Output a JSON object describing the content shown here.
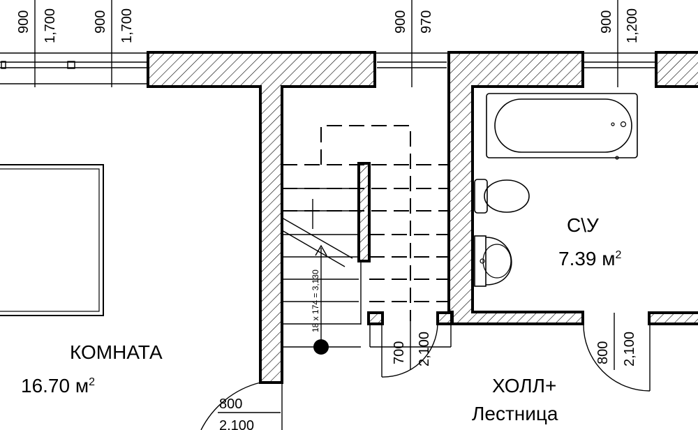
{
  "window_dims": {
    "w1": {
      "width": "900",
      "height": "1,700"
    },
    "w2": {
      "width": "900",
      "height": "1,700"
    },
    "w3": {
      "width": "900",
      "height": "970"
    },
    "w4": {
      "width": "900",
      "height": "1,200"
    }
  },
  "rooms": {
    "room": {
      "name": "КОМНАТА",
      "area": "16.70 м",
      "area_sup": "2"
    },
    "bathroom": {
      "name": "С\\У",
      "area": "7.39 м",
      "area_sup": "2"
    },
    "hall": {
      "name": "ХОЛЛ+",
      "subname": "Лестница"
    }
  },
  "doors": {
    "room_door": {
      "width": "800",
      "height": "2,100"
    },
    "bath_door": {
      "width": "800",
      "height": "2,100"
    },
    "stair_door": {
      "width": "700",
      "height": "2,100"
    }
  },
  "stair": {
    "label": "18 x 174 = 3,130"
  }
}
